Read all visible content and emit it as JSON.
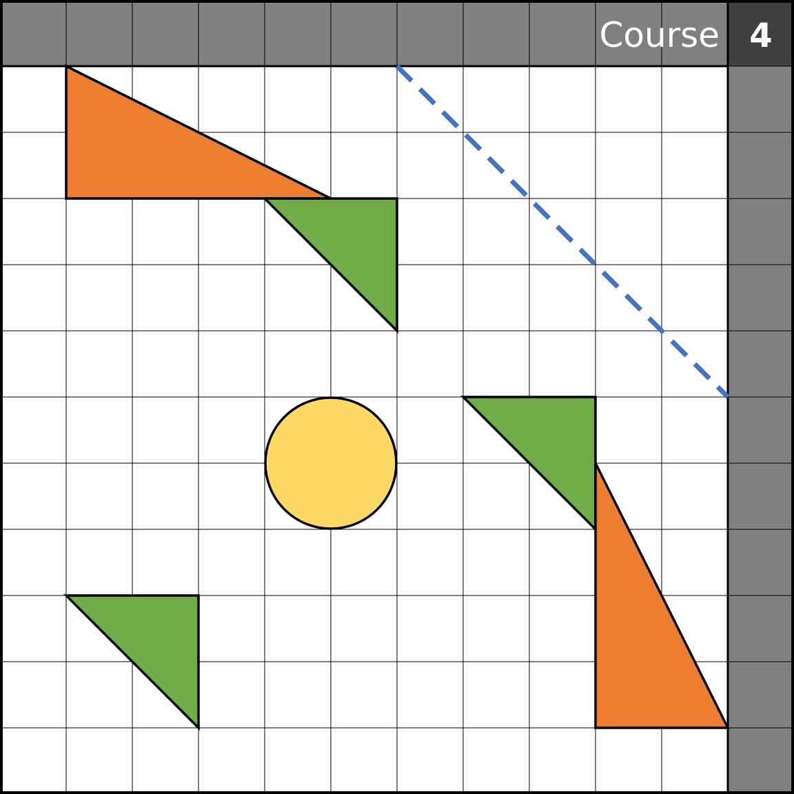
{
  "header": {
    "course_label": "Course",
    "course_number": "4"
  },
  "grid": {
    "columns": 12,
    "rows": 12
  },
  "colors": {
    "frame": "#808080",
    "corner_box": "#404040",
    "grid_line": "#000000",
    "orange_piece": "#ED7D31",
    "green_piece": "#70AD47",
    "ball": "#FFD966",
    "path_line": "#4472C4"
  },
  "pieces": [
    {
      "name": "orange-triangle-top-left",
      "color": "orange",
      "cells": [
        [
          1,
          1
        ],
        [
          1,
          3
        ],
        [
          5,
          3
        ]
      ]
    },
    {
      "name": "green-triangle-top-middle",
      "color": "green",
      "cells": [
        [
          4,
          3
        ],
        [
          6,
          3
        ],
        [
          6,
          5
        ]
      ]
    },
    {
      "name": "green-triangle-right-middle",
      "color": "green",
      "cells": [
        [
          7,
          6
        ],
        [
          9,
          6
        ],
        [
          9,
          8
        ]
      ]
    },
    {
      "name": "orange-triangle-bottom-right",
      "color": "orange",
      "cells": [
        [
          9,
          7
        ],
        [
          9,
          11
        ],
        [
          11,
          11
        ]
      ]
    },
    {
      "name": "green-triangle-bottom-left",
      "color": "green",
      "cells": [
        [
          1,
          9
        ],
        [
          3,
          9
        ],
        [
          3,
          11
        ]
      ]
    }
  ],
  "ball": {
    "center_cell": [
      5,
      7
    ],
    "radius_cells": 1
  },
  "trajectory": {
    "from_cell": [
      6,
      1
    ],
    "to_cell": [
      11,
      6
    ],
    "style": "dashed"
  }
}
